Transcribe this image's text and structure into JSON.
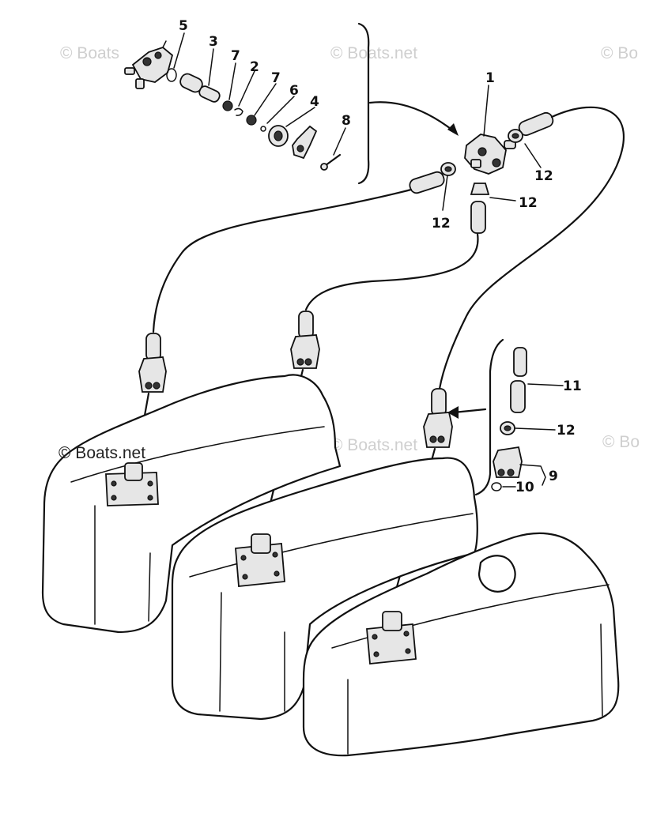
{
  "watermarks": {
    "top_left": "© Boats",
    "top_mid": "© Boats.net",
    "top_right": "© Bo",
    "mid_left": "© Boats.net",
    "mid_center": "© Boats.net",
    "mid_right": "© Bo"
  },
  "callouts": {
    "c1": "1",
    "c2": "2",
    "c3": "3",
    "c4": "4",
    "c5": "5",
    "c6": "6",
    "c7a": "7",
    "c7b": "7",
    "c8": "8",
    "c9": "9",
    "c10": "10",
    "c11": "11",
    "c12a": "12",
    "c12b": "12",
    "c12c": "12",
    "c12d": "12"
  }
}
